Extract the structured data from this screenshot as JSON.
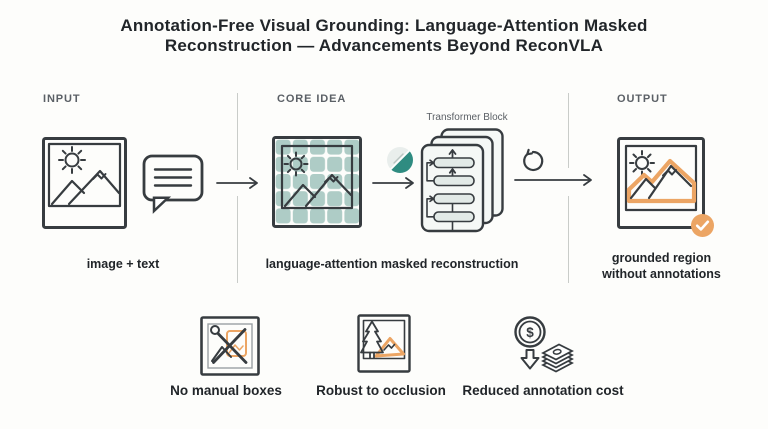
{
  "title": {
    "line1": "Annotation-Free Visual Grounding: Language-Attention Masked",
    "line2": "Reconstruction — Advancements Beyond ReconVLA"
  },
  "sections": {
    "input": {
      "header": "INPUT",
      "caption": "image + text"
    },
    "core": {
      "header": "CORE IDEA",
      "caption": "language-attention masked reconstruction",
      "transformer_label": "Transformer Block"
    },
    "output": {
      "header": "OUTPUT",
      "caption": "grounded region without annotations"
    }
  },
  "benefits": [
    {
      "icon": "no-manual-boxes-icon",
      "label": "No manual boxes"
    },
    {
      "icon": "occlusion-icon",
      "label": "Robust to occlusion"
    },
    {
      "icon": "reduced-annotation-cost-icon",
      "label": "Reduced annotation cost"
    }
  ],
  "icons": {
    "dollar_symbol": "$"
  },
  "theme": {
    "bg": "#fdfdfb",
    "text": "#212529",
    "muted": "#5b6066",
    "ink": "#373c40",
    "divider": "#c9ccc9",
    "teal": "#2f8c81",
    "mask-teal": "#aeccc6",
    "pie-light": "#e9eeec",
    "orange": "#eca564",
    "card-fill": "#f5f8f6",
    "pill-fill": "#e2eae7"
  }
}
